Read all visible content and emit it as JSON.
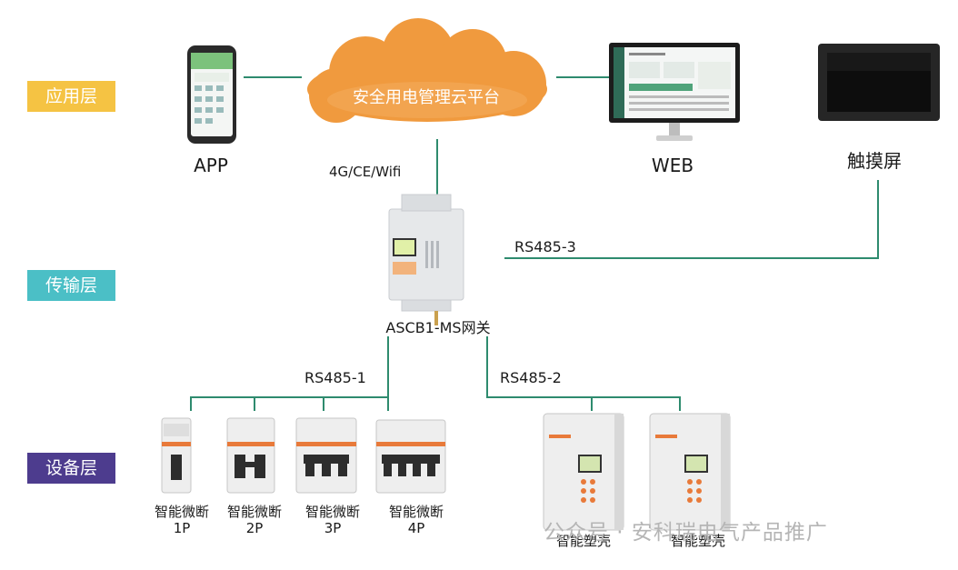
{
  "layers": {
    "application": "应用层",
    "transmission": "传输层",
    "device": "设备层"
  },
  "cloud": {
    "label": "安全用电管理云平台"
  },
  "clients": {
    "app": "APP",
    "web": "WEB",
    "touch": "触摸屏"
  },
  "links": {
    "uplink": "4G/CE/Wifi",
    "rs485_1": "RS485-1",
    "rs485_2": "RS485-2",
    "rs485_3": "RS485-3"
  },
  "gateway": {
    "label": "ASCB1-MS网关"
  },
  "breakers": [
    {
      "line1": "智能微断",
      "line2": "1P"
    },
    {
      "line1": "智能微断",
      "line2": "2P"
    },
    {
      "line1": "智能微断",
      "line2": "3P"
    },
    {
      "line1": "智能微断",
      "line2": "4P"
    }
  ],
  "mccb": [
    {
      "label": "智能塑壳"
    },
    {
      "label": "智能塑壳"
    }
  ],
  "watermark": "公众号 · 安科瑞电气产品推广",
  "colors": {
    "application_layer": "#f5c343",
    "transmission_layer": "#4bbfc6",
    "device_layer": "#4d3c8e",
    "connector": "#2e8b6e",
    "cloud_orange": "#f09a3e"
  }
}
